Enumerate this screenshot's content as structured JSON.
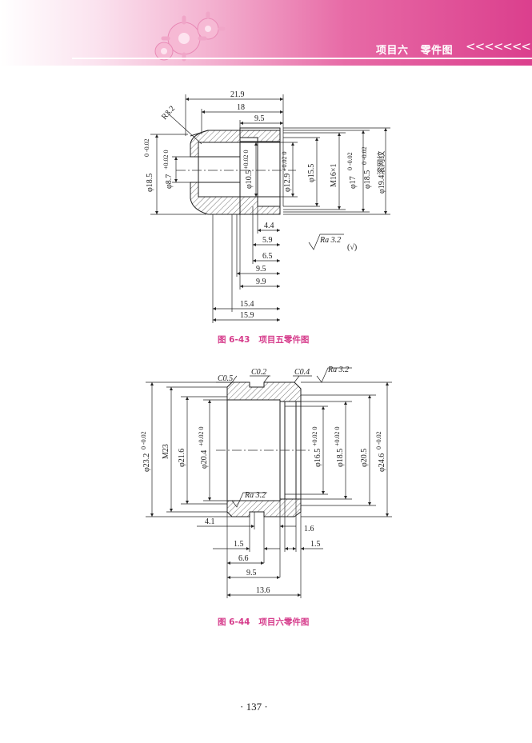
{
  "header": {
    "title": "项目六   零件图",
    "chevrons": "<<<<<<<",
    "colors": {
      "banner_start": "#fbe3ef",
      "banner_end": "#db3f8d",
      "caption": "#d63d8c"
    }
  },
  "figure1": {
    "caption": "图 6-43   项目五零件图",
    "dims": {
      "d21_9": "21.9",
      "d18": "18",
      "d9_5_top": "9.5",
      "r3_2": "R3.2",
      "phi18_5": "φ18.5",
      "phi18_5_tol": "0 -0.02",
      "phi8_7": "φ8.7",
      "phi8_7_tol": "+0.02 0",
      "phi10_5": "φ10.5",
      "phi10_5_tol": "+0.02 0",
      "phi12_9": "φ12.9",
      "phi12_9_tol": "+0.02 0",
      "phi15_5": "φ15.5",
      "m16": "M16×1",
      "phi17": "φ17",
      "phi17_tol": "0 -0.02",
      "phi18_5_r": "φ18.5",
      "phi18_5_r_tol": "0 -0.02",
      "phi19_4": "φ19.4滚网纹",
      "d4_4": "4.4",
      "d5_9": "5.9",
      "d6_5": "6.5",
      "d9_5": "9.5",
      "d9_9": "9.9",
      "d15_4": "15.4",
      "d15_9": "15.9",
      "roughness": "Ra 3.2",
      "roughness_suffix": "(√)"
    }
  },
  "figure2": {
    "caption": "图 6-44   项目六零件图",
    "dims": {
      "c0_5": "C0.5",
      "c0_2": "C0.2",
      "c0_4": "C0.4",
      "ra_top": "Ra 3.2",
      "ra_bottom": "Ra 3.2",
      "phi23_2": "φ23.2",
      "phi23_2_tol": "0 -0.02",
      "m23": "M23",
      "phi21_6": "φ21.6",
      "phi20_4": "φ20.4",
      "phi20_4_tol": "+0.02 0",
      "phi16_5": "φ16.5",
      "phi16_5_tol": "+0.02 0",
      "phi18_5": "φ18.5",
      "phi18_5_tol": "+0.02 0",
      "phi20_5": "φ20.5",
      "phi24_6": "φ24.6",
      "phi24_6_tol": "0 -0.02",
      "d4_1": "4.1",
      "d1_6": "1.6",
      "d1_5_l": "1.5",
      "d1_5_r": "1.5",
      "d6_6": "6.6",
      "d9_5": "9.5",
      "d13_6": "13.6"
    }
  },
  "page_number": "· 137 ·"
}
